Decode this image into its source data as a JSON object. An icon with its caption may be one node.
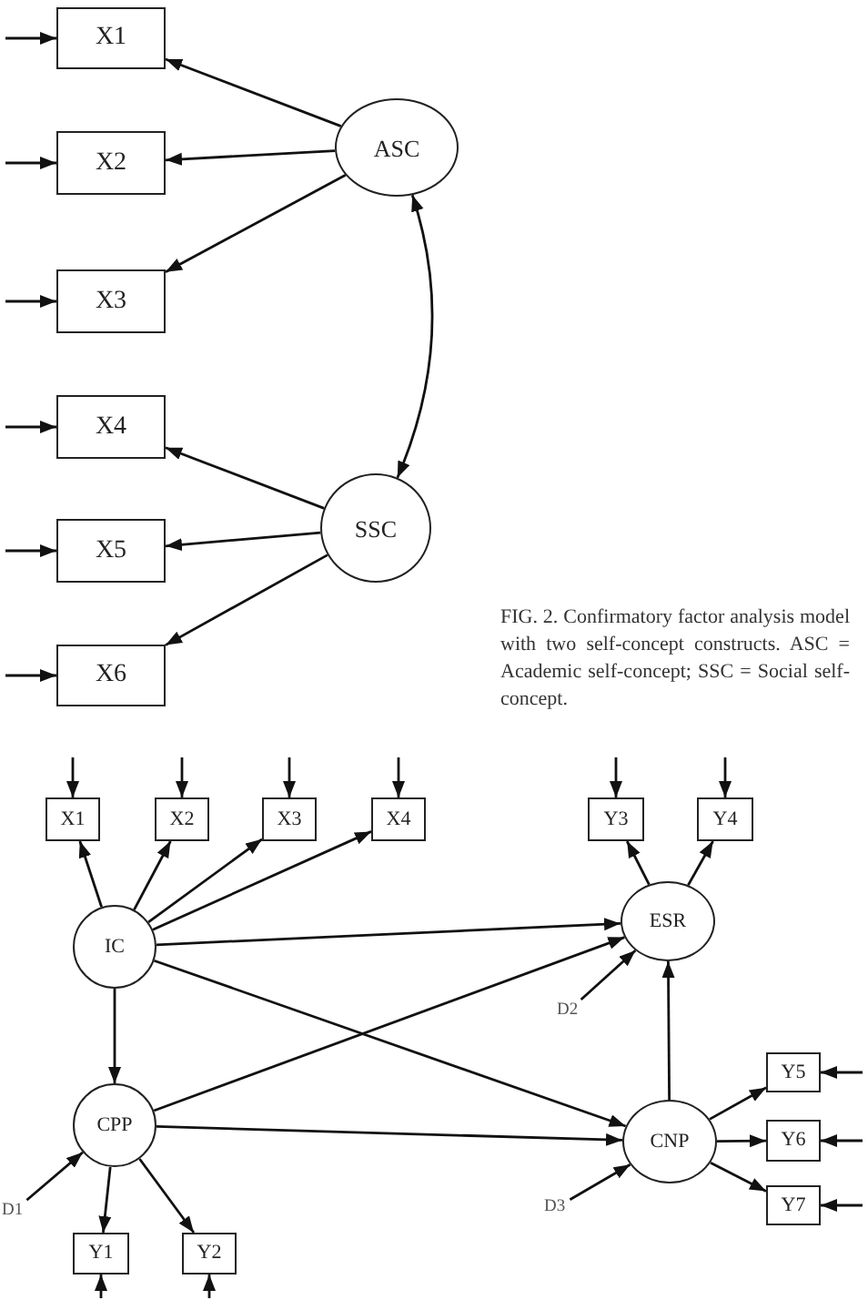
{
  "diagram": {
    "caption": "FIG. 2. Confirmatory factor analysis model with two self-concept constructs. ASC = Academic self-concept; SSC = Social self-concept.",
    "nodes": [
      {
        "text": [
          "X1"
        ]
      },
      {
        "text": [
          "X2"
        ]
      },
      {
        "text": [
          "X3"
        ]
      },
      {
        "text": [
          "X4"
        ]
      },
      {
        "text": [
          "X5"
        ]
      },
      {
        "text": [
          "X6"
        ]
      },
      {
        "text": [
          "ASC"
        ]
      },
      {
        "text": [
          "SSC"
        ]
      },
      {
        "text": [
          "X1"
        ]
      },
      {
        "text": [
          "X2"
        ]
      },
      {
        "text": [
          "X3"
        ]
      },
      {
        "text": [
          "X4"
        ]
      },
      {
        "text": [
          "Y3"
        ]
      },
      {
        "text": [
          "Y4"
        ]
      },
      {
        "text": [
          "IC"
        ]
      },
      {
        "text": [
          "ESR"
        ]
      },
      {
        "text": [
          "D2"
        ]
      },
      {
        "text": [
          "CPP"
        ]
      },
      {
        "text": [
          "CNP"
        ]
      },
      {
        "text": [
          "Y5"
        ]
      },
      {
        "text": [
          "Y6"
        ]
      },
      {
        "text": [
          "Y7"
        ]
      },
      {
        "text": [
          "D1"
        ]
      },
      {
        "text": [
          "D3"
        ]
      },
      {
        "text": [
          "Y1"
        ]
      },
      {
        "text": [
          "Y2"
        ]
      }
    ],
    "edges": [
      {
        "from": null,
        "to": 0,
        "arrow": "to"
      },
      {
        "from": null,
        "to": 1,
        "arrow": "to"
      },
      {
        "from": null,
        "to": 2,
        "arrow": "to"
      },
      {
        "from": null,
        "to": 3,
        "arrow": "to"
      },
      {
        "from": null,
        "to": 4,
        "arrow": "to"
      },
      {
        "from": null,
        "to": 5,
        "arrow": "to"
      },
      {
        "from": 6,
        "to": 0,
        "arrow": "to"
      },
      {
        "from": 6,
        "to": 1,
        "arrow": "to"
      },
      {
        "from": 6,
        "to": 2,
        "arrow": "to"
      },
      {
        "from": 6,
        "to": 7,
        "arrow": "both"
      },
      {
        "from": 7,
        "to": 3,
        "arrow": "to"
      },
      {
        "from": 7,
        "to": 4,
        "arrow": "to"
      },
      {
        "from": 7,
        "to": 5,
        "arrow": "to"
      },
      {
        "from": null,
        "to": 8,
        "arrow": "to"
      },
      {
        "from": null,
        "to": 9,
        "arrow": "to"
      },
      {
        "from": null,
        "to": 10,
        "arrow": "to"
      },
      {
        "from": null,
        "to": 11,
        "arrow": "to"
      },
      {
        "from": null,
        "to": 12,
        "arrow": "to"
      },
      {
        "from": null,
        "to": 13,
        "arrow": "to"
      },
      {
        "from": 14,
        "to": 8,
        "arrow": "to"
      },
      {
        "from": 14,
        "to": 9,
        "arrow": "to"
      },
      {
        "from": 14,
        "to": 10,
        "arrow": "to"
      },
      {
        "from": 14,
        "to": 11,
        "arrow": "to"
      },
      {
        "from": 15,
        "to": 12,
        "arrow": "to"
      },
      {
        "from": 15,
        "to": 13,
        "arrow": "to"
      },
      {
        "from": 14,
        "to": 15,
        "arrow": "to"
      },
      {
        "from": 14,
        "to": 18,
        "arrow": "to"
      },
      {
        "from": 14,
        "to": 17,
        "arrow": "to"
      },
      {
        "from": 17,
        "to": 15,
        "arrow": "to"
      },
      {
        "from": 17,
        "to": 18,
        "arrow": "to"
      },
      {
        "from": 16,
        "to": 15,
        "arrow": "to"
      },
      {
        "from": 18,
        "to": 15,
        "arrow": "to"
      },
      {
        "from": 18,
        "to": 19,
        "arrow": "to"
      },
      {
        "from": 18,
        "to": 20,
        "arrow": "to"
      },
      {
        "from": 18,
        "to": 21,
        "arrow": "to"
      },
      {
        "from": null,
        "to": 19,
        "arrow": "to"
      },
      {
        "from": null,
        "to": 20,
        "arrow": "to"
      },
      {
        "from": null,
        "to": 21,
        "arrow": "to"
      },
      {
        "from": 22,
        "to": 17,
        "arrow": "to"
      },
      {
        "from": 23,
        "to": 18,
        "arrow": "to"
      },
      {
        "from": 17,
        "to": 24,
        "arrow": "to"
      },
      {
        "from": 17,
        "to": 25,
        "arrow": "to"
      },
      {
        "from": null,
        "to": 24,
        "arrow": "to"
      },
      {
        "from": null,
        "to": 25,
        "arrow": "to"
      }
    ]
  }
}
